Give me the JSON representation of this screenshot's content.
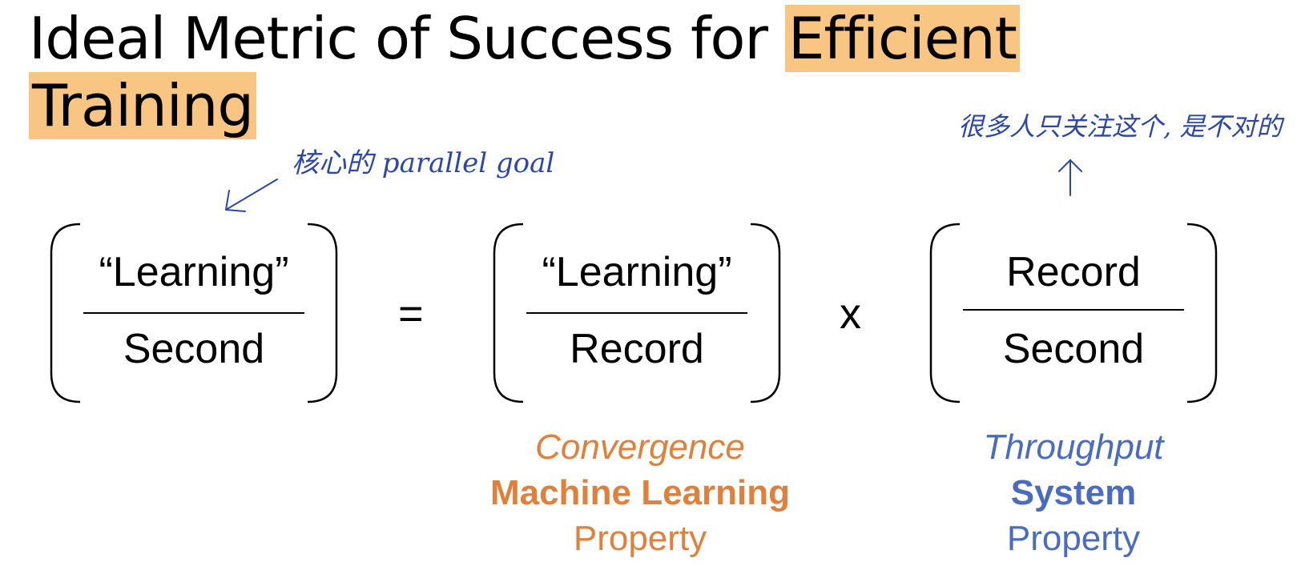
{
  "title": {
    "plain": "Ideal Metric of Success for ",
    "highlight_1": "Efficient",
    "highlight_2": "Training",
    "highlight_color": "#f8c682"
  },
  "notes": {
    "left": "核心的 parallel goal",
    "right": "很多人只关注这个, 是不对的",
    "ink_color": "#2c47a8"
  },
  "equation": {
    "lhs": {
      "numerator": "“Learning”",
      "denominator": "Second"
    },
    "equals": "=",
    "term1": {
      "numerator": "“Learning”",
      "denominator": "Record"
    },
    "times": "x",
    "term2": {
      "numerator": "Record",
      "denominator": "Second"
    }
  },
  "properties": {
    "ml": {
      "line1": "Convergence",
      "line2": "Machine Learning",
      "line3": "Property",
      "color": "#e0803b"
    },
    "system": {
      "line1": "Throughput",
      "line2": "System",
      "line3": "Property",
      "color": "#4a6cc0"
    }
  }
}
